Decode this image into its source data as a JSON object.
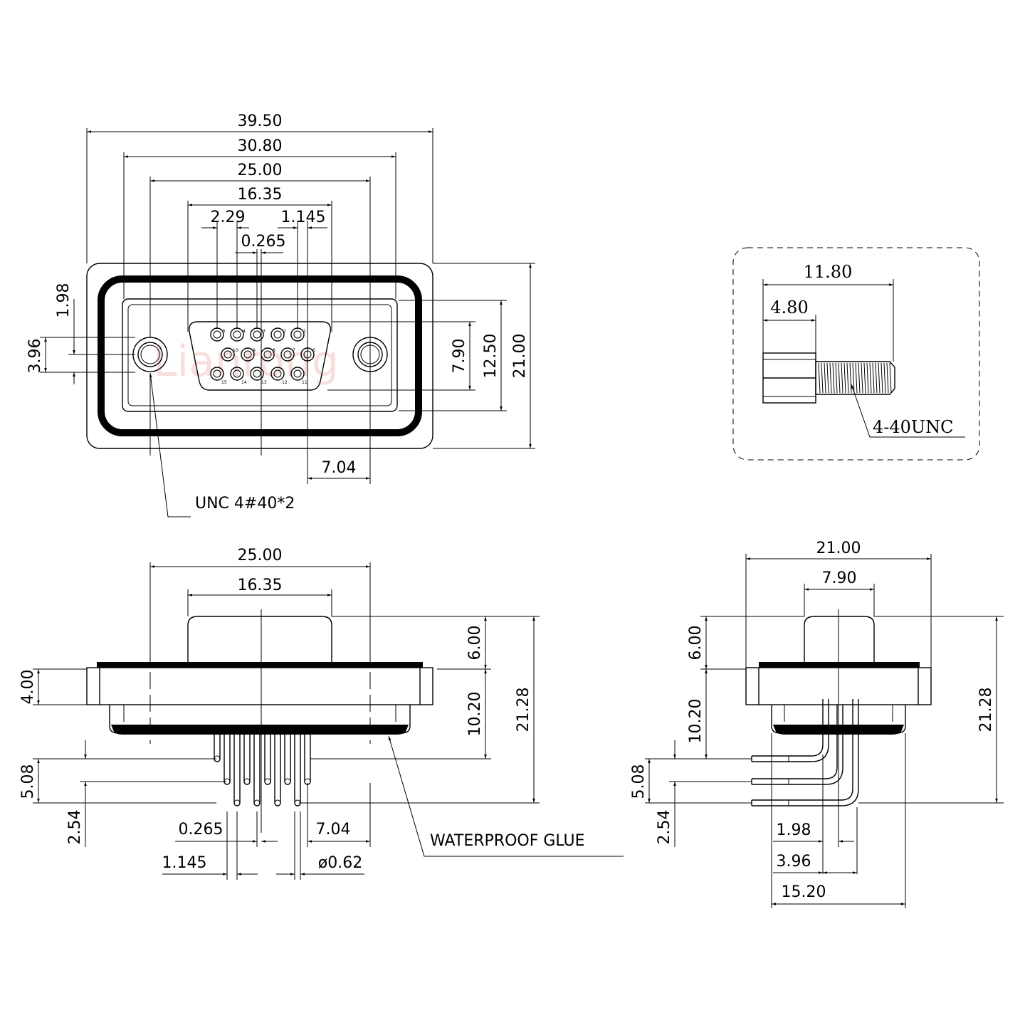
{
  "watermark": "Lianrong",
  "front_view": {
    "dims": {
      "overall_width": "39.50",
      "mount_width": "30.80",
      "hole_pitch": "25.00",
      "shell_width": "16.35",
      "pin_pitch": "2.29",
      "row_offset": "1.145",
      "center_offset": "0.265",
      "height_198": "1.98",
      "height_396": "3.96",
      "row_span": "7.90",
      "flange_inner": "12.50",
      "overall_height": "21.00",
      "offset_704": "7.04"
    },
    "pins_top": [
      "5",
      "4",
      "3",
      "2",
      "1"
    ],
    "pins_mid": [
      "10",
      "9",
      "8",
      "7",
      "6"
    ],
    "pins_bot": [
      "15",
      "14",
      "13",
      "12",
      "11"
    ],
    "callout": "UNC  4#40*2"
  },
  "screw_detail": {
    "length": "11.80",
    "head": "4.80",
    "thread": "4-40UNC"
  },
  "side_view": {
    "dims": {
      "width": "25.00",
      "shell": "16.35",
      "h600": "6.00",
      "h400": "4.00",
      "h1020": "10.20",
      "h2128": "21.28",
      "h508": "5.08",
      "h254": "2.54",
      "d0265": "0.265",
      "d704": "7.04",
      "d1145": "1.145",
      "pin_dia": "ø0.62"
    },
    "callout": "WATERPROOF  GLUE"
  },
  "end_view": {
    "dims": {
      "width": "21.00",
      "inner": "7.90",
      "h600": "6.00",
      "h1020": "10.20",
      "h2128": "21.28",
      "h508": "5.08",
      "h254": "2.54",
      "d198": "1.98",
      "d396": "3.96",
      "d1520": "15.20"
    }
  }
}
